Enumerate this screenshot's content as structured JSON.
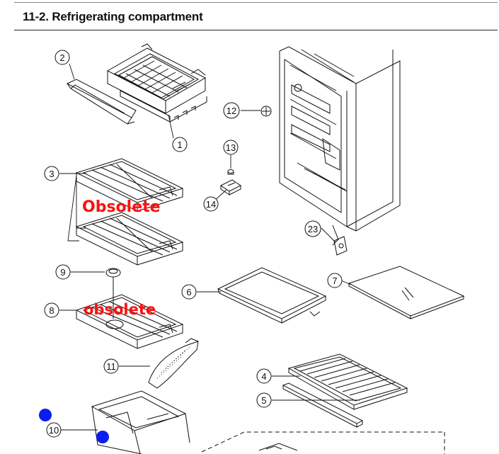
{
  "header": {
    "title": "11-2. Refrigerating compartment"
  },
  "callouts": [
    "1",
    "2",
    "3",
    "4",
    "5",
    "6",
    "7",
    "8",
    "9",
    "10",
    "11",
    "12",
    "13",
    "14",
    "23"
  ],
  "stamps": {
    "upper": "Obsolete",
    "lower": "obsolete"
  },
  "colors": {
    "stamp": "#ff1010",
    "marker": "#0a1ef0",
    "line": "#111111"
  }
}
